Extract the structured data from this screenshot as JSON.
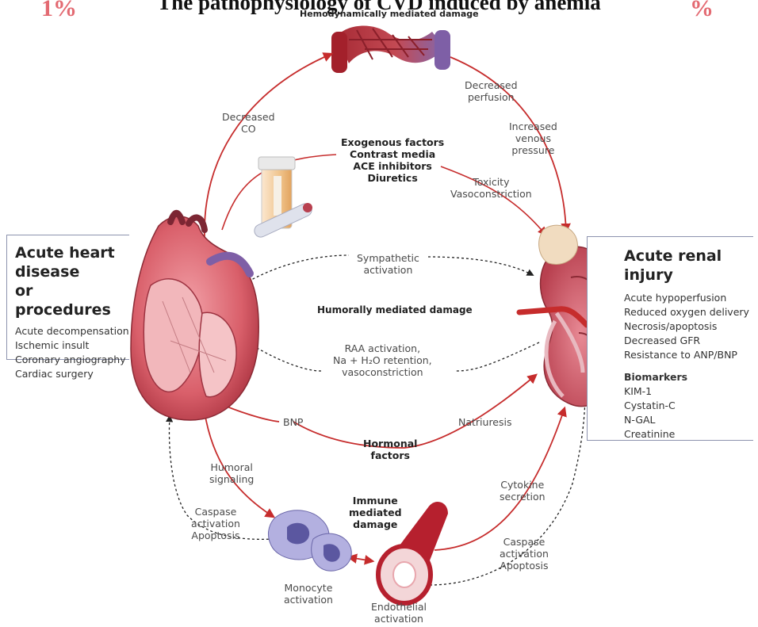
{
  "title": "The pathophysiology of CVD induced by anemia",
  "watermark": {
    "left": "1%",
    "right": "%"
  },
  "colors": {
    "arrow_red": "#c62c2c",
    "box_border": "#8d93ae",
    "heart": "#d95f6a",
    "kidney": "#c95566",
    "monocyte": "#a9a6dc",
    "watermark": "#e36a72"
  },
  "heart_box": {
    "title_line1": "Acute heart disease",
    "title_line2": "or procedures",
    "items": [
      "Acute decompensation",
      "Ischemic insult",
      "Coronary angiography",
      "Cardiac surgery"
    ]
  },
  "kidney_box": {
    "title": "Acute renal injury",
    "items": [
      "Acute hypoperfusion",
      "Reduced oxygen delivery",
      "Necrosis/apoptosis",
      "Decreased GFR",
      "Resistance to ANP/BNP"
    ],
    "biomarkers_title": "Biomarkers",
    "biomarkers": [
      "KIM-1",
      "Cystatin-C",
      "N-GAL",
      "Creatinine"
    ]
  },
  "labels": {
    "hemodynamic": "Hemodynamically mediated damage",
    "decreased_co_1": "Decreased",
    "decreased_co_2": "CO",
    "decreased_perfusion_1": "Decreased",
    "decreased_perfusion_2": "perfusion",
    "venous_1": "Increased",
    "venous_2": "venous",
    "venous_3": "pressure",
    "exogenous_1": "Exogenous factors",
    "exogenous_2": "Contrast media",
    "exogenous_3": "ACE inhibitors",
    "exogenous_4": "Diuretics",
    "toxicity_1": "Toxicity",
    "toxicity_2": "Vasoconstriction",
    "sympathetic_1": "Sympathetic",
    "sympathetic_2": "activation",
    "humorally": "Humorally mediated damage",
    "raa_1": "RAA activation,",
    "raa_2": "Na + H₂O retention,",
    "raa_3": "vasoconstriction",
    "bnp": "BNP",
    "natriuresis": "Natriuresis",
    "hormonal_1": "Hormonal",
    "hormonal_2": "factors",
    "humoral_1": "Humoral",
    "humoral_2": "signaling",
    "caspase_left_1": "Caspase",
    "caspase_left_2": "activation",
    "caspase_left_3": "Apoptosis",
    "immune_1": "Immune",
    "immune_2": "mediated",
    "immune_3": "damage",
    "cytokine_1": "Cytokine",
    "cytokine_2": "secretion",
    "caspase_right_1": "Caspase",
    "caspase_right_2": "activation",
    "caspase_right_3": "Apoptosis",
    "monocyte_1": "Monocyte",
    "monocyte_2": "activation",
    "endothelial_1": "Endothelial",
    "endothelial_2": "activation"
  }
}
